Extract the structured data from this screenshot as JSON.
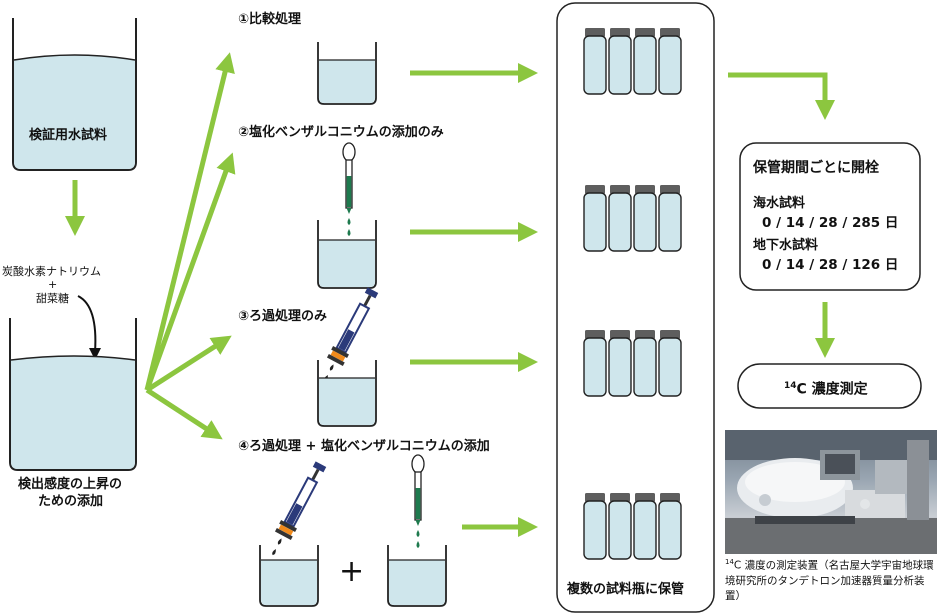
{
  "sample": {
    "label": "検証用水試料",
    "additive_line1": "炭酸水素ナトリウム",
    "additive_plus": "+",
    "additive_line2": "甜菜糖",
    "enhanced_label_line1": "検出感度の上昇の",
    "enhanced_label_line2": "ための添加"
  },
  "treatments": [
    {
      "label": "①比較処理"
    },
    {
      "label": "②塩化ベンザルコニウムの添加のみ"
    },
    {
      "label": "③ろ過処理のみ"
    },
    {
      "label": "④ろ過処理 + 塩化ベンザルコニウムの添加"
    }
  ],
  "plus_sign": "+",
  "storage": {
    "label": "複数の試料瓶に保管"
  },
  "opening": {
    "title": "保管期間ごとに開栓",
    "seawater_label": "海水試料",
    "seawater_days": "0 / 14 / 28 / 285 日",
    "groundwater_label": "地下水試料",
    "groundwater_days": "0 / 14 / 28 / 126 日"
  },
  "measurement": {
    "superscript": "14",
    "label": "C 濃度測定"
  },
  "photo_caption": {
    "superscript": "14",
    "text": "C 濃度の測定装置（名古屋大学宇宙地球環境研究所のタンデトロン加速器質量分析装置）"
  },
  "colors": {
    "arrow": "#8cc63f",
    "water": "#cfe6ec",
    "pipette_liquid": "#1e7a4e",
    "syringe_blue": "#2b3a7a",
    "filter_orange": "#f08a1c",
    "box_border": "#222222"
  }
}
